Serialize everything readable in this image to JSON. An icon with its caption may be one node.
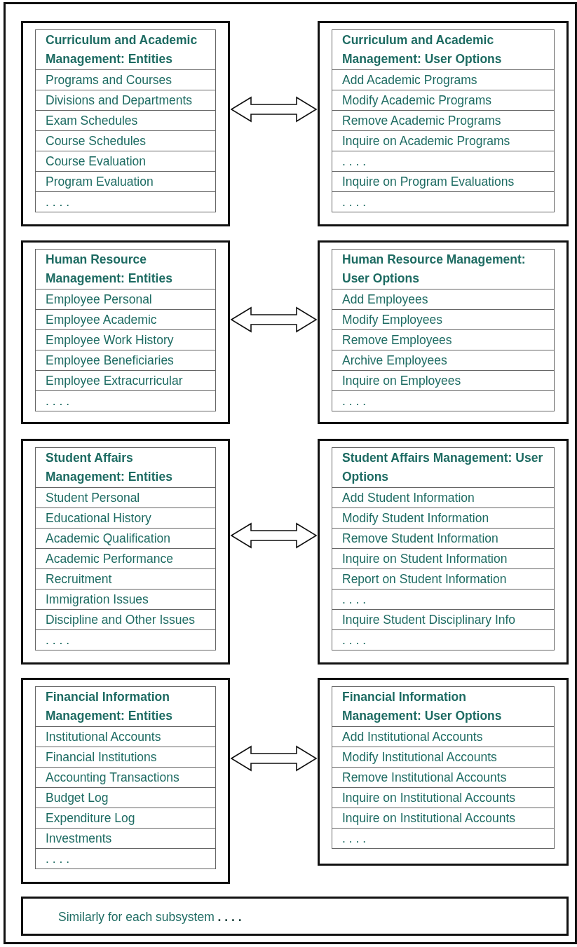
{
  "diagram": {
    "nodes": [
      {
        "text": [
          "Curriculum and Academic Management: Entities",
          "Programs and Courses",
          "Divisions and Departments",
          "Exam Schedules",
          "Course Schedules",
          "Course Evaluation",
          "Program Evaluation",
          ". . . ."
        ]
      },
      {
        "text": [
          "Curriculum and Academic Management: User Options",
          "Add Academic Programs",
          "Modify Academic Programs",
          "Remove Academic Programs",
          "Inquire on Academic Programs",
          ". . . .",
          "Inquire on Program Evaluations",
          ". . . ."
        ]
      },
      {
        "text": [
          "Human Resource Management: Entities",
          "Employee Personal",
          "Employee Academic",
          "Employee Work History",
          "Employee Beneficiaries",
          "Employee Extracurricular",
          ". . . ."
        ]
      },
      {
        "text": [
          "Human Resource Management: User Options",
          "Add Employees",
          "Modify Employees",
          "Remove Employees",
          "Archive Employees",
          "Inquire on Employees",
          ". . . ."
        ]
      },
      {
        "text": [
          "Student Affairs Management: Entities",
          "Student Personal",
          "Educational History",
          "Academic Qualification",
          "Academic Performance",
          "Recruitment",
          "Immigration Issues",
          "Discipline and Other Issues",
          ". . . ."
        ]
      },
      {
        "text": [
          "Student Affairs Management: User Options",
          "Add Student Information",
          "Modify Student Information",
          "Remove Student Information",
          "Inquire on Student Information",
          "Report on Student Information",
          ". . . .",
          "Inquire Student Disciplinary Info",
          ". . . ."
        ]
      },
      {
        "text": [
          "Financial Information Management: Entities",
          "Institutional Accounts",
          "Financial Institutions",
          "Accounting Transactions",
          "Budget Log",
          "Expenditure Log",
          "Investments",
          ". . . ."
        ]
      },
      {
        "text": [
          "Financial Information Management: User Options",
          "Add Institutional Accounts",
          "Modify Institutional Accounts",
          "Remove Institutional Accounts",
          "Inquire on Institutional Accounts",
          "Inquire on Institutional Accounts",
          ". . . ."
        ]
      },
      {
        "text": [
          "Similarly for each subsystem **. . . .**"
        ]
      }
    ],
    "edges": [
      {
        "from": 0,
        "to": 1,
        "arrow": "both"
      },
      {
        "from": 2,
        "to": 3,
        "arrow": "both"
      },
      {
        "from": 4,
        "to": 5,
        "arrow": "both"
      },
      {
        "from": 6,
        "to": 7,
        "arrow": "both"
      }
    ]
  }
}
